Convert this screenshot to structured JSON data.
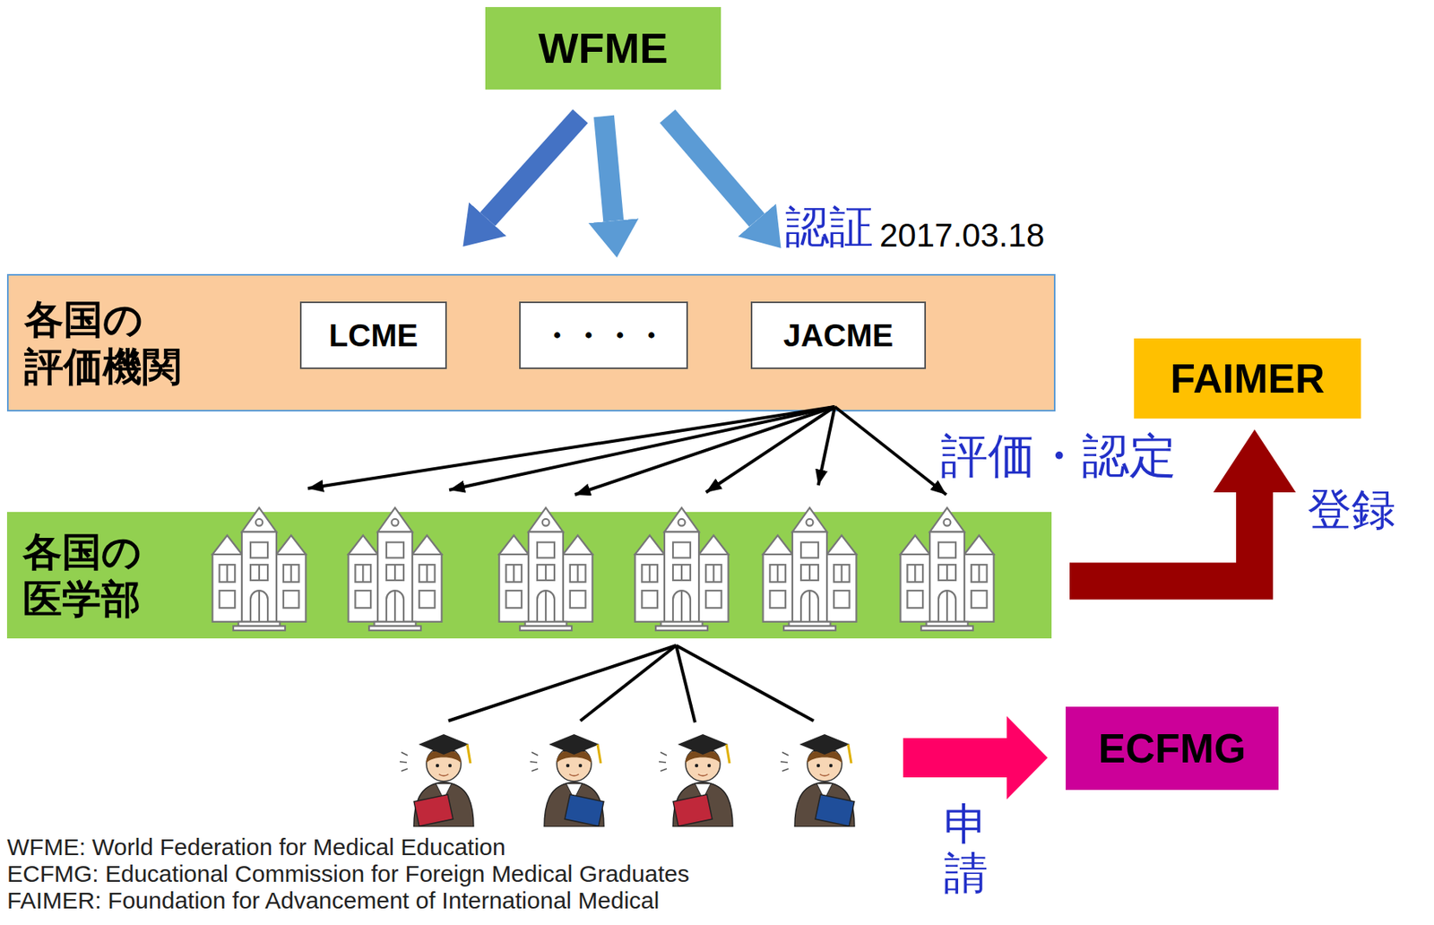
{
  "diagram": {
    "nodes": [
      {
        "text": [
          "WFME"
        ]
      },
      {
        "text": [
          "各国の 評価機関"
        ]
      },
      {
        "text": [
          "LCME"
        ],
        "in": 1
      },
      {
        "text": [
          "・・・・"
        ],
        "in": 1
      },
      {
        "text": [
          "JACME"
        ],
        "in": 1
      },
      {
        "text": [
          "FAIMER"
        ]
      },
      {
        "text": [
          "各国の 医学部"
        ]
      },
      {
        "text": [
          "ECFMG"
        ]
      }
    ],
    "edges": [
      {
        "from": 0,
        "to": 2,
        "arrow": "to"
      },
      {
        "from": 0,
        "to": 3,
        "arrow": "to"
      },
      {
        "from": 0,
        "to": 4,
        "label": "認証",
        "arrow": "to"
      },
      {
        "from": 6,
        "to": 5,
        "label": "登録",
        "arrow": "to"
      }
    ],
    "labels": [
      "2017.03.18",
      "評価・認定",
      "申請",
      "WFME: World Federation for Medical Education",
      "ECFMG: Educational Commission for Foreign Medical Graduates",
      "FAIMER: Foundation for Advancement of International Medical"
    ]
  }
}
